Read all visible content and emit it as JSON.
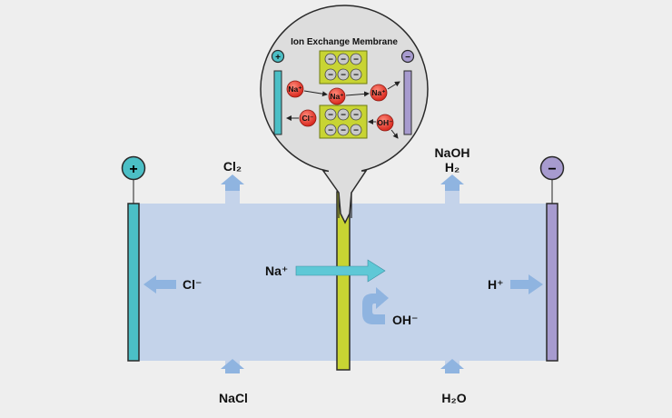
{
  "electrodes": {
    "anode_symbol": "+",
    "cathode_symbol": "−"
  },
  "labels": {
    "cl2_top": "Cl₂",
    "naoh_top": "NaOH",
    "h2_top": "H₂",
    "nacl_bottom": "NaCl",
    "h2o_bottom": "H₂O",
    "cl_minus": "Cl⁻",
    "na_plus": "Na⁺",
    "h_plus": "H⁺",
    "oh_minus": "OH⁻"
  },
  "zoom": {
    "title": "Ion Exchange Membrane",
    "anode_symbol": "+",
    "cathode_symbol": "−",
    "na_ion": "Na⁺",
    "cl_ion": "Cl⁻",
    "oh_ion": "OH⁻",
    "fixed_charge": "−"
  },
  "colors": {
    "background": "#eeeeee",
    "cell": "#c4d3ea",
    "anode": "#4bbfc6",
    "cathode": "#a79bcf",
    "membrane": "#c8d433",
    "arrow": "#8fb4e0",
    "arrow_cyan": "#5ec8d6",
    "ion_red": "#e8352a",
    "fixed_ion": "#c9c9c9"
  }
}
